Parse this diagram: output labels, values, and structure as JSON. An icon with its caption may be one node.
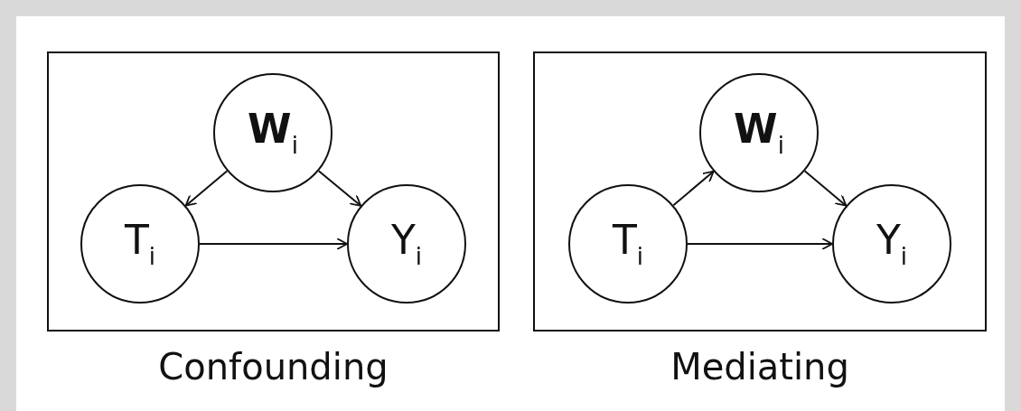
{
  "diagram": {
    "nodes": [
      {
        "text": [
          "Confounding"
        ]
      },
      {
        "text": [
          "**W**$_{i}$"
        ],
        "in": 0
      },
      {
        "text": [
          "T$_{i}$"
        ],
        "in": 0
      },
      {
        "text": [
          "Y$_{i}$"
        ],
        "in": 0
      },
      {
        "text": [
          "Mediating"
        ]
      },
      {
        "text": [
          "**W**$_{i}$"
        ],
        "in": 4
      },
      {
        "text": [
          "T$_{i}$"
        ],
        "in": 4
      },
      {
        "text": [
          "Y$_{i}$"
        ],
        "in": 4
      }
    ],
    "edges": [
      {
        "from": 1,
        "to": 2,
        "arrow": "to"
      },
      {
        "from": 1,
        "to": 3,
        "arrow": "to"
      },
      {
        "from": 2,
        "to": 3,
        "arrow": "to"
      },
      {
        "from": 6,
        "to": 5,
        "arrow": "to"
      },
      {
        "from": 5,
        "to": 7,
        "arrow": "to"
      },
      {
        "from": 6,
        "to": 7,
        "arrow": "to"
      }
    ]
  }
}
